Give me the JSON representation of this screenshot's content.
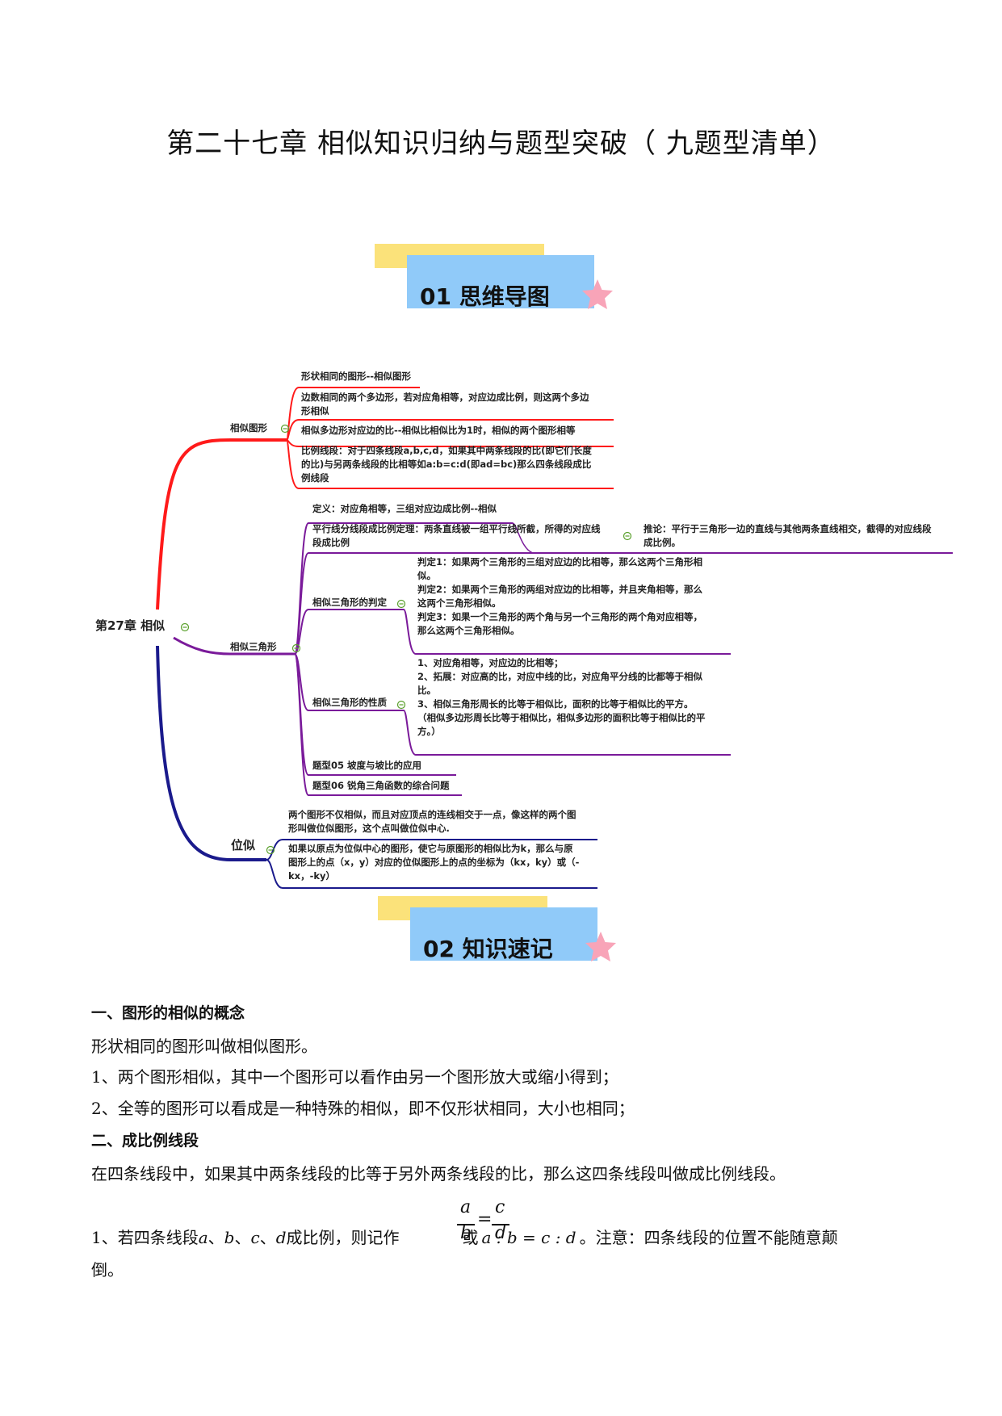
{
  "title": "第二十七章 相似知识归纳与题型突破（ 九题型清单）",
  "section1": "01 思维导图",
  "section2": "02 知识速记",
  "mindmap": {
    "root": "第27章 相似",
    "branch1": {
      "label": "相似图形",
      "leaves": [
        "形状相同的图形--相似图形",
        "边数相同的两个多边形，若对应角相等，对应边成比例，则这两个多边\n形相似",
        "相似多边形对应边的比--相似比相似比为1时，相似的两个图形相等",
        "比例线段：对于四条线段a,b,c,d，如果其中两条线段的比(即它们长度\n的比)与另两条线段的比相等如a:b=c:d(即ad=bc)那么四条线段成比\n例线段"
      ]
    },
    "branch2": {
      "label": "相似三角形",
      "definition": "定义：对应角相等，三组对应边成比例--相似",
      "parallel": "平行线分线段成比例定理：两条直线被一组平行线所截，所得的对应线\n段成比例",
      "corollary": "推论：平行于三角形一边的直线与其他两条直线相交，截得的对应线段\n成比例。",
      "judgement_label": "相似三角形的判定",
      "judgement": "判定1：如果两个三角形的三组对应边的比相等，那么这两个三角形相\n似。\n判定2：如果两个三角形的两组对应边的比相等，并且夹角相等，那么\n这两个三角形相似。\n判定3：如果一个三角形的两个角与另一个三角形的两个角对应相等，\n那么这两个三角形相似。",
      "property_label": "相似三角形的性质",
      "property": "1、对应角相等，对应边的比相等；\n2、拓展：对应高的比，对应中线的比，对应角平分线的比都等于相似\n比。\n3、相似三角形周长的比等于相似比，面积的比等于相似比的平方。\n（相似多边形周长比等于相似比，相似多边形的面积比等于相似比的平\n方。）",
      "type05": "题型05 坡度与坡比的应用",
      "type06": "题型06 锐角三角函数的综合问题"
    },
    "branch3": {
      "label": "位似",
      "leaves": [
        "两个图形不仅相似，而且对应顶点的连线相交于一点，像这样的两个图\n形叫做位似图形，这个点叫做位似中心.",
        "如果以原点为位似中心的图形，使它与原图形的相似比为k，那么与原\n图形上的点（x，y）对应的位似图形上的点的坐标为（kx，ky）或（-\nkx，-ky）"
      ]
    }
  },
  "notes": {
    "h1": "一、图形的相似的概念",
    "p1": "形状相同的图形叫做相似图形。",
    "p2": "1、两个图形相似，其中一个图形可以看作由另一个图形放大或缩小得到；",
    "p3": "2、全等的图形可以看成是一种特殊的相似，即不仅形状相同，大小也相同；",
    "h2": "二、成比例线段",
    "p4": "在四条线段中，如果其中两条线段的比等于另外两条线段的比，那么这四条线段叫做成比例线段。",
    "p5_a": "1、若四条线段",
    "var_a": "a",
    "sep1": "、",
    "var_b": "b",
    "sep2": "、",
    "var_c": "c",
    "sep3": "、",
    "var_d": "d",
    "p5_b": "成比例，则记作",
    "frac_num1": "a",
    "frac_den1": "b",
    "eq": "=",
    "frac_num2": "c",
    "frac_den2": "d",
    "p5_or": "或",
    "ratio": "a : b = c : d",
    "p5_c": "。注意：四条线段的位置不能随意颠",
    "p6": "倒。"
  },
  "colors": {
    "red": "#ff1a1a",
    "purple": "#7a1a9a",
    "navy": "#1a1a8c",
    "yellow": "#fbe27a",
    "blue": "#90caf9",
    "star": "#f8a4b8",
    "collapse": "#5aa02c"
  }
}
